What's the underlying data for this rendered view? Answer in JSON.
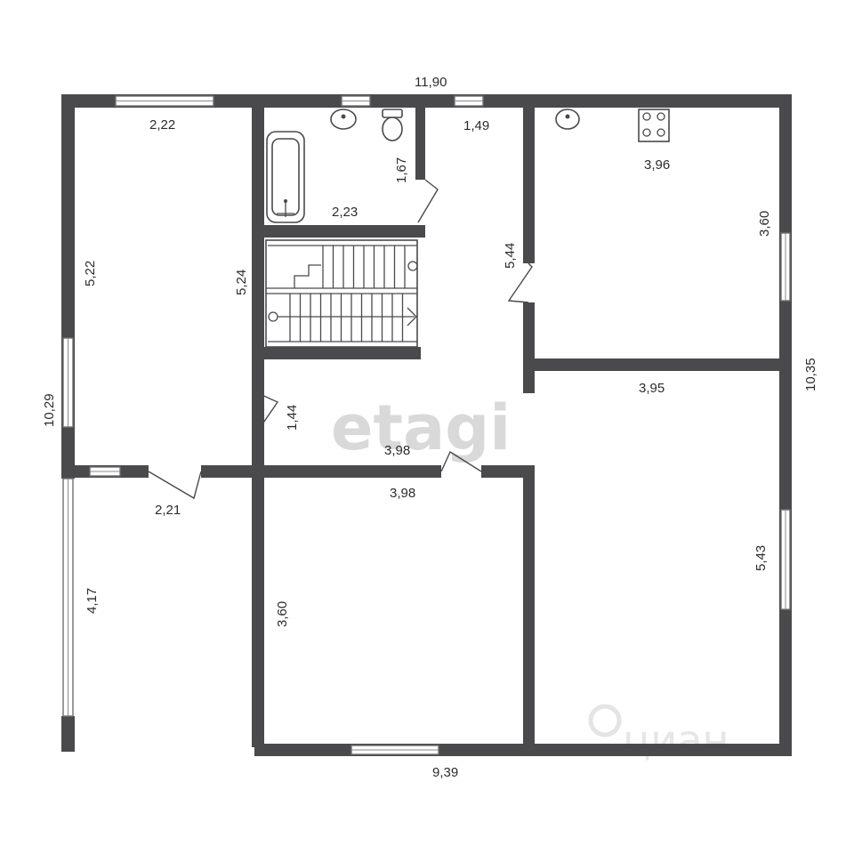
{
  "watermarks": {
    "primary": "etagi",
    "secondary": "циан"
  },
  "dimensions": {
    "overall_top": "11,90",
    "overall_bottom": "9,39",
    "overall_right": "10,35",
    "overall_left": "10,29",
    "room_nw_width": "2,22",
    "room_nw_height": "5,22",
    "bath_height": "1,67",
    "bath_width": "2,23",
    "stair_height": "5,24",
    "hall_top_width": "1,49",
    "hall_height": "5,44",
    "kitchen_width": "3,96",
    "kitchen_height": "3,60",
    "hall_passage": "1,44",
    "hall_width": "3,98",
    "se_room_width": "3,95",
    "se_room_height": "5,43",
    "south_room_width": "3,98",
    "south_room_height": "3,60",
    "terrace_width": "2,21",
    "terrace_height": "4,17"
  },
  "colors": {
    "wall": "#4a4a4d",
    "background": "#ffffff",
    "text": "#2c2c2e"
  }
}
